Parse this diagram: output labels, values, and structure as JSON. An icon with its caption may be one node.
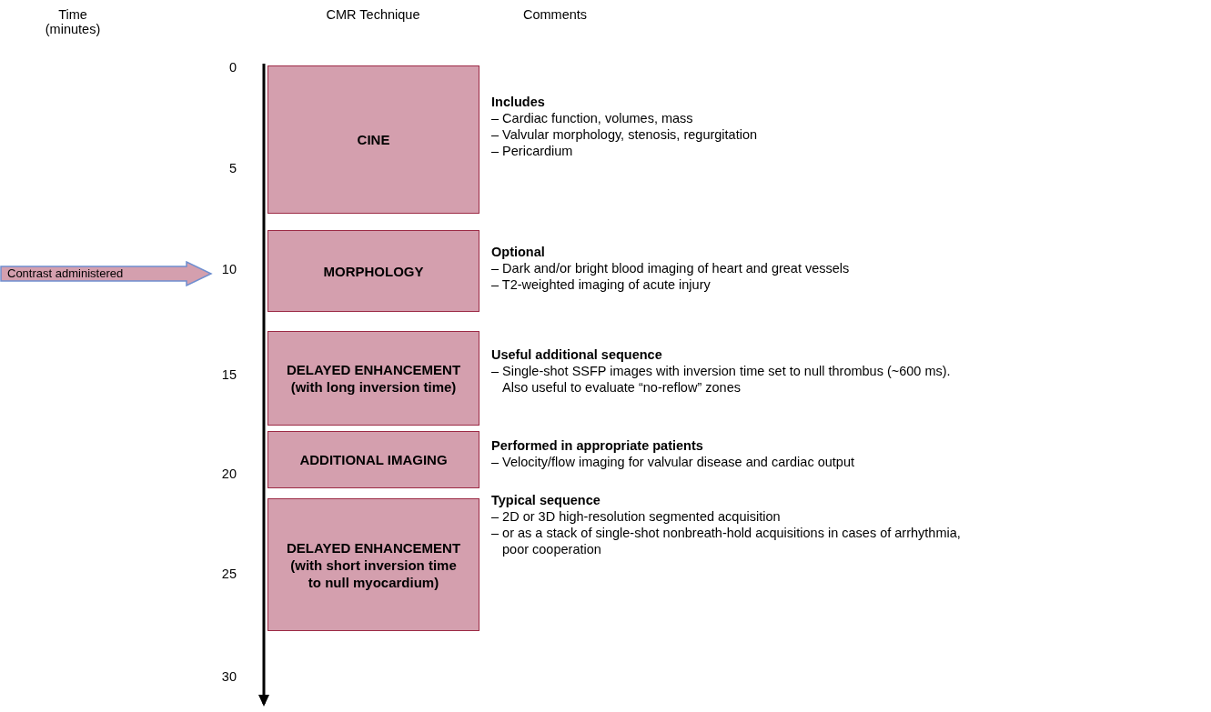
{
  "diagram": {
    "nodes": [
      {
        "text": [
          "CINE"
        ],
        "beside": [
          "Includes",
          "– Cardiac function, volumes, mass",
          "– Valvular morphology, stenosis, regurgitation",
          "– Pericardium"
        ]
      },
      {
        "text": [
          "MORPHOLOGY"
        ],
        "beside": [
          "Optional",
          "– Dark and/or bright blood imaging of heart and great vessels",
          "– T2-weighted imaging of acute injury"
        ]
      },
      {
        "text": [
          "Contrast administered"
        ]
      },
      {
        "text": [
          "DELAYED ENHANCEMENT (with long inversion time)"
        ],
        "beside": [
          "Useful additional sequence",
          "– Single-shot SSFP images with inversion time set to null thrombus (~600 ms). Also useful to evaluate “no-reflow” zones"
        ]
      },
      {
        "text": [
          "ADDITIONAL IMAGING"
        ],
        "beside": [
          "Performed in appropriate patients",
          "– Velocity/flow imaging for valvular disease and cardiac output"
        ]
      },
      {
        "text": [
          "DELAYED ENHANCEMENT (with short inversion time to null myocardium)"
        ],
        "beside": [
          "Typical sequence",
          "– 2D or 3D high-resolution segmented acquisition",
          "– or as a stack of single-shot nonbreath-hold acquisitions in cases of arrhythmia, poor cooperation"
        ]
      }
    ],
    "edges": [],
    "labels": [
      "Time (minutes)",
      "CMR Technique",
      "Comments",
      "0",
      "5",
      "10",
      "15",
      "20",
      "25",
      "30"
    ]
  }
}
